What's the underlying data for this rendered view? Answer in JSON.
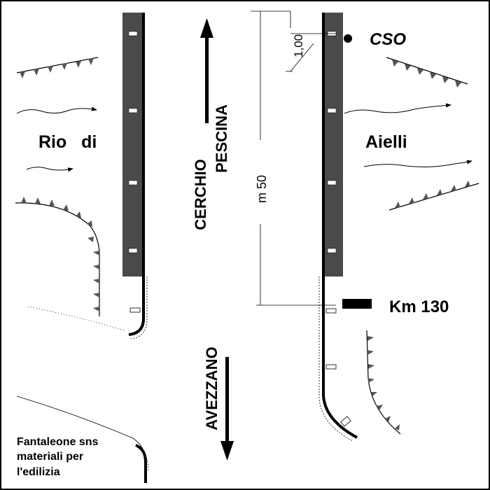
{
  "labels": {
    "rio_di": "Rio   di",
    "aielli": "Aielli",
    "cso": "CSO",
    "km": "Km  130",
    "cerchio": "CERCHIO",
    "pescina": "PESCINA",
    "avezzano": "AVEZZANO",
    "fantaleone_line1": "Fantaleone sns",
    "fantaleone_line2": "materiali per",
    "fantaleone_line3": "l'edilizia"
  },
  "dimensions": {
    "spacing": "1,00",
    "length": "m 50"
  },
  "colors": {
    "platform": "#4a4a4a",
    "ink": "#000000",
    "background": "#ffffff"
  },
  "icons": {
    "north_arrow": "arrow-up-icon",
    "south_arrow": "arrow-down-icon",
    "km_marker": "km-marker-block",
    "cso_point": "filled-dot-icon"
  }
}
